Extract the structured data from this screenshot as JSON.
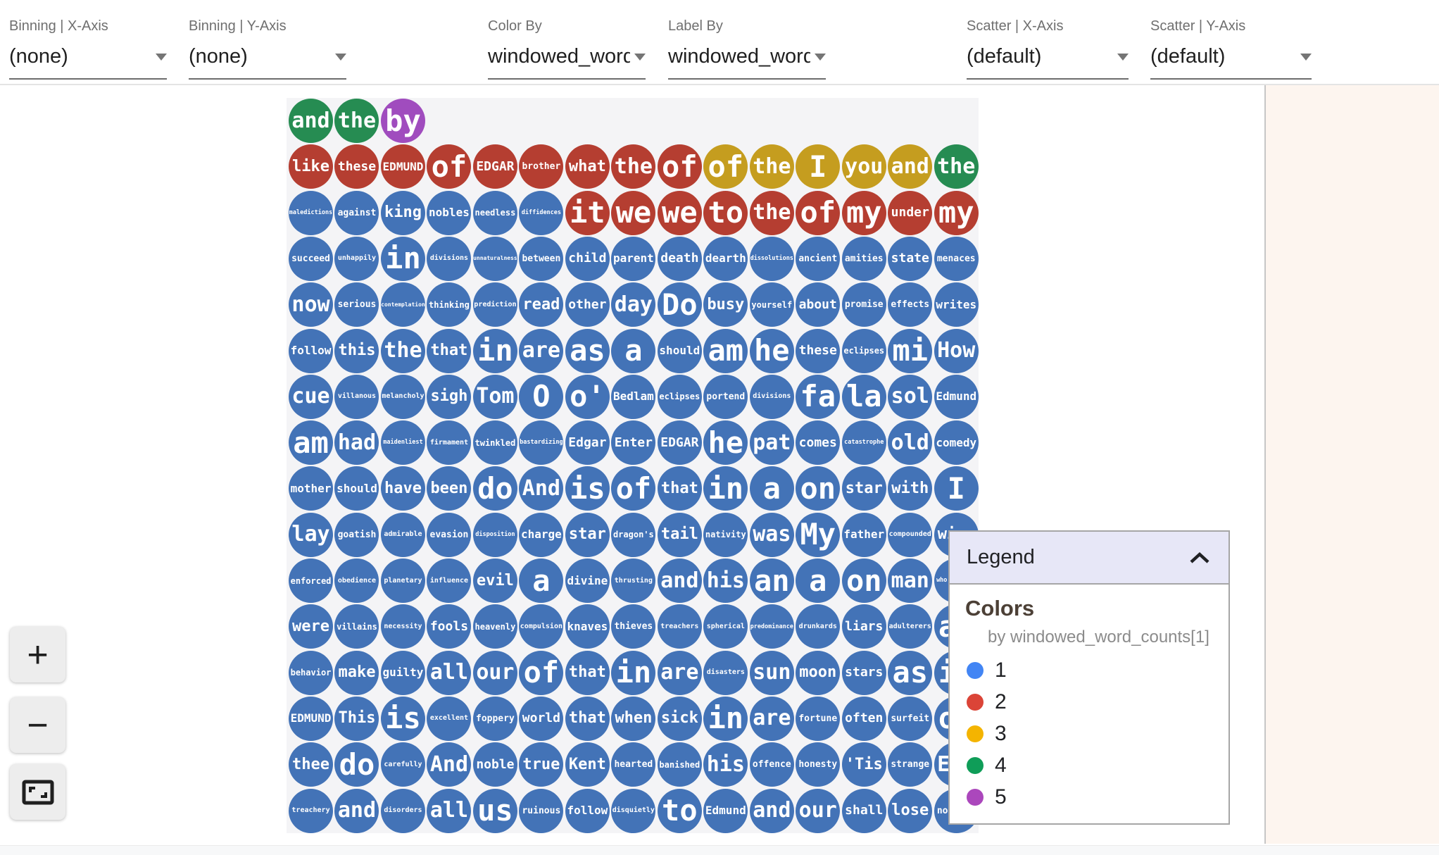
{
  "toolbar": {
    "controls": [
      {
        "label": "Binning | X-Axis",
        "value": "(none)"
      },
      {
        "label": "Binning | Y-Axis",
        "value": "(none)"
      },
      {
        "label": "Color By",
        "value": "windowed_word_c"
      },
      {
        "label": "Label By",
        "value": "windowed_word_c"
      },
      {
        "label": "Scatter | X-Axis",
        "value": "(default)"
      },
      {
        "label": "Scatter | Y-Axis",
        "value": "(default)"
      }
    ]
  },
  "zoom_controls": {
    "zoom_in_label": "+",
    "zoom_out_label": "−",
    "fit_button": "fit-to-screen"
  },
  "legend": {
    "title": "Legend",
    "section_title": "Colors",
    "subtitle": "by windowed_word_counts[1]",
    "entries": [
      {
        "label": "1",
        "color": "#4285F4"
      },
      {
        "label": "2",
        "color": "#DB4437"
      },
      {
        "label": "3",
        "color": "#F4B400"
      },
      {
        "label": "4",
        "color": "#0F9D58"
      },
      {
        "label": "5",
        "color": "#AB47BC"
      }
    ]
  },
  "chart_data": {
    "type": "scatter",
    "subtype": "word-bubble-grid",
    "color_by": "windowed_word_counts[1]",
    "label_by": "windowed_word_c",
    "legend_values": [
      1,
      2,
      3,
      4,
      5
    ],
    "palette": {
      "1": "#4373B7",
      "2": "#B53E31",
      "3": "#C59D1F",
      "4": "#268C52",
      "5": "#A04CBE"
    },
    "layout": {
      "columns": 15,
      "rows": 16,
      "grid_on": false,
      "legend_position": "right"
    },
    "label_size_overrides": {
      "9-14": 22,
      "10-14": 8.5,
      "11-14": 42,
      "12-14": 42,
      "13-14": 42,
      "14-14": 30,
      "15-14": 13
    },
    "rows": [
      [
        [
          "and",
          4
        ],
        [
          "the",
          4
        ],
        [
          "by",
          5
        ]
      ],
      [
        [
          "like",
          2
        ],
        [
          "these",
          2
        ],
        [
          "EDMUND",
          2
        ],
        [
          "of",
          2
        ],
        [
          "EDGAR",
          2
        ],
        [
          "brother",
          2
        ],
        [
          "what",
          2
        ],
        [
          "the",
          2
        ],
        [
          "of",
          2
        ],
        [
          "of",
          3
        ],
        [
          "the",
          3
        ],
        [
          "I",
          3
        ],
        [
          "you",
          3
        ],
        [
          "and",
          3
        ],
        [
          "the",
          4
        ]
      ],
      [
        [
          "maledictions",
          1
        ],
        [
          "against",
          1
        ],
        [
          "king",
          1
        ],
        [
          "nobles",
          1
        ],
        [
          "needless",
          1
        ],
        [
          "diffidences",
          1
        ],
        [
          "it",
          2
        ],
        [
          "we",
          2
        ],
        [
          "we",
          2
        ],
        [
          "to",
          2
        ],
        [
          "the",
          2
        ],
        [
          "of",
          2
        ],
        [
          "my",
          2
        ],
        [
          "under",
          2
        ],
        [
          "my",
          2
        ]
      ],
      [
        [
          "succeed",
          1
        ],
        [
          "unhappily",
          1
        ],
        [
          "in",
          1
        ],
        [
          "divisions",
          1
        ],
        [
          "unnaturalness",
          1
        ],
        [
          "between",
          1
        ],
        [
          "child",
          1
        ],
        [
          "parent",
          1
        ],
        [
          "death",
          1
        ],
        [
          "dearth",
          1
        ],
        [
          "dissolutions",
          1
        ],
        [
          "ancient",
          1
        ],
        [
          "amities",
          1
        ],
        [
          "state",
          1
        ],
        [
          "menaces",
          1
        ]
      ],
      [
        [
          "now",
          1
        ],
        [
          "serious",
          1
        ],
        [
          "contemplation",
          1
        ],
        [
          "thinking",
          1
        ],
        [
          "prediction",
          1
        ],
        [
          "read",
          1
        ],
        [
          "other",
          1
        ],
        [
          "day",
          1
        ],
        [
          "Do",
          1
        ],
        [
          "busy",
          1
        ],
        [
          "yourself",
          1
        ],
        [
          "about",
          1
        ],
        [
          "promise",
          1
        ],
        [
          "effects",
          1
        ],
        [
          "writes",
          1
        ]
      ],
      [
        [
          "follow",
          1
        ],
        [
          "this",
          1
        ],
        [
          "the",
          1
        ],
        [
          "that",
          1
        ],
        [
          "in",
          1
        ],
        [
          "are",
          1
        ],
        [
          "as",
          1
        ],
        [
          "a",
          1
        ],
        [
          "should",
          1
        ],
        [
          "am",
          1
        ],
        [
          "he",
          1
        ],
        [
          "these",
          1
        ],
        [
          "eclipses",
          1
        ],
        [
          "mi",
          1
        ],
        [
          "How",
          1
        ]
      ],
      [
        [
          "cue",
          1
        ],
        [
          "villanous",
          1
        ],
        [
          "melancholy",
          1
        ],
        [
          "sigh",
          1
        ],
        [
          "Tom",
          1
        ],
        [
          "O",
          1
        ],
        [
          "o'",
          1
        ],
        [
          "Bedlam",
          1
        ],
        [
          "eclipses",
          1
        ],
        [
          "portend",
          1
        ],
        [
          "divisions",
          1
        ],
        [
          "fa",
          1
        ],
        [
          "la",
          1
        ],
        [
          "sol",
          1
        ],
        [
          "Edmund",
          1
        ]
      ],
      [
        [
          "am",
          1
        ],
        [
          "had",
          1
        ],
        [
          "maidenliest",
          1
        ],
        [
          "firmament",
          1
        ],
        [
          "twinkled",
          1
        ],
        [
          "bastardizing",
          1
        ],
        [
          "Edgar",
          1
        ],
        [
          "Enter",
          1
        ],
        [
          "EDGAR",
          1
        ],
        [
          "he",
          1
        ],
        [
          "pat",
          1
        ],
        [
          "comes",
          1
        ],
        [
          "catastrophe",
          1
        ],
        [
          "old",
          1
        ],
        [
          "comedy",
          1
        ]
      ],
      [
        [
          "mother",
          1
        ],
        [
          "should",
          1
        ],
        [
          "have",
          1
        ],
        [
          "been",
          1
        ],
        [
          "do",
          1
        ],
        [
          "And",
          1
        ],
        [
          "is",
          1
        ],
        [
          "of",
          1
        ],
        [
          "that",
          1
        ],
        [
          "in",
          1
        ],
        [
          "a",
          1
        ],
        [
          "on",
          1
        ],
        [
          "star",
          1
        ],
        [
          "with",
          1
        ],
        [
          "I",
          1
        ]
      ],
      [
        [
          "lay",
          1
        ],
        [
          "goatish",
          1
        ],
        [
          "admirable",
          1
        ],
        [
          "evasion",
          1
        ],
        [
          "disposition",
          1
        ],
        [
          "charge",
          1
        ],
        [
          "star",
          1
        ],
        [
          "dragon's",
          1
        ],
        [
          "tail",
          1
        ],
        [
          "nativity",
          1
        ],
        [
          "was",
          1
        ],
        [
          "My",
          1
        ],
        [
          "father",
          1
        ],
        [
          "compounded",
          1
        ],
        [
          "wi  ",
          1
        ]
      ],
      [
        [
          "enforced",
          1
        ],
        [
          "obedience",
          1
        ],
        [
          "planetary",
          1
        ],
        [
          "influence",
          1
        ],
        [
          "evil",
          1
        ],
        [
          "a",
          1
        ],
        [
          "divine",
          1
        ],
        [
          "thrusting",
          1
        ],
        [
          "and",
          1
        ],
        [
          "his",
          1
        ],
        [
          "an",
          1
        ],
        [
          "a",
          1
        ],
        [
          "on",
          1
        ],
        [
          "man",
          1
        ],
        [
          "who        ",
          1
        ]
      ],
      [
        [
          "were",
          1
        ],
        [
          "villains",
          1
        ],
        [
          "necessity",
          1
        ],
        [
          "fools",
          1
        ],
        [
          "heavenly",
          1
        ],
        [
          "compulsion",
          1
        ],
        [
          "knaves",
          1
        ],
        [
          "thieves",
          1
        ],
        [
          "treachers",
          1
        ],
        [
          "spherical",
          1
        ],
        [
          "predominance",
          1
        ],
        [
          "drunkards",
          1
        ],
        [
          "liars",
          1
        ],
        [
          "adulterers",
          1
        ],
        [
          "a ",
          1
        ]
      ],
      [
        [
          "behavior",
          1
        ],
        [
          "make",
          1
        ],
        [
          "guilty",
          1
        ],
        [
          "all",
          1
        ],
        [
          "our",
          1
        ],
        [
          "of",
          1
        ],
        [
          "that",
          1
        ],
        [
          "in",
          1
        ],
        [
          "are",
          1
        ],
        [
          "disasters",
          1
        ],
        [
          "sun",
          1
        ],
        [
          "moon",
          1
        ],
        [
          "stars",
          1
        ],
        [
          "as",
          1
        ],
        [
          "i ",
          1
        ]
      ],
      [
        [
          "EDMUND",
          1
        ],
        [
          "This",
          1
        ],
        [
          "is",
          1
        ],
        [
          "excellent",
          1
        ],
        [
          "foppery",
          1
        ],
        [
          "world",
          1
        ],
        [
          "that",
          1
        ],
        [
          "when",
          1
        ],
        [
          "sick",
          1
        ],
        [
          "in",
          1
        ],
        [
          "are",
          1
        ],
        [
          "fortune",
          1
        ],
        [
          "often",
          1
        ],
        [
          "surfeit",
          1
        ],
        [
          "o ",
          1
        ]
      ],
      [
        [
          "thee",
          1
        ],
        [
          "do",
          1
        ],
        [
          "carefully",
          1
        ],
        [
          "And",
          1
        ],
        [
          "noble",
          1
        ],
        [
          "true",
          1
        ],
        [
          "Kent",
          1
        ],
        [
          "hearted",
          1
        ],
        [
          "banished",
          1
        ],
        [
          "his",
          1
        ],
        [
          "offence",
          1
        ],
        [
          "honesty",
          1
        ],
        [
          "'Tis",
          1
        ],
        [
          "strange",
          1
        ],
        [
          "E  ",
          1
        ]
      ],
      [
        [
          "treachery",
          1
        ],
        [
          "and",
          1
        ],
        [
          "disorders",
          1
        ],
        [
          "all",
          1
        ],
        [
          "us",
          1
        ],
        [
          "ruinous",
          1
        ],
        [
          "follow",
          1
        ],
        [
          "disquietly",
          1
        ],
        [
          "to",
          1
        ],
        [
          "Edmund",
          1
        ],
        [
          "and",
          1
        ],
        [
          "our",
          1
        ],
        [
          "shall",
          1
        ],
        [
          "lose",
          1
        ],
        [
          "no     ",
          1
        ]
      ]
    ]
  }
}
